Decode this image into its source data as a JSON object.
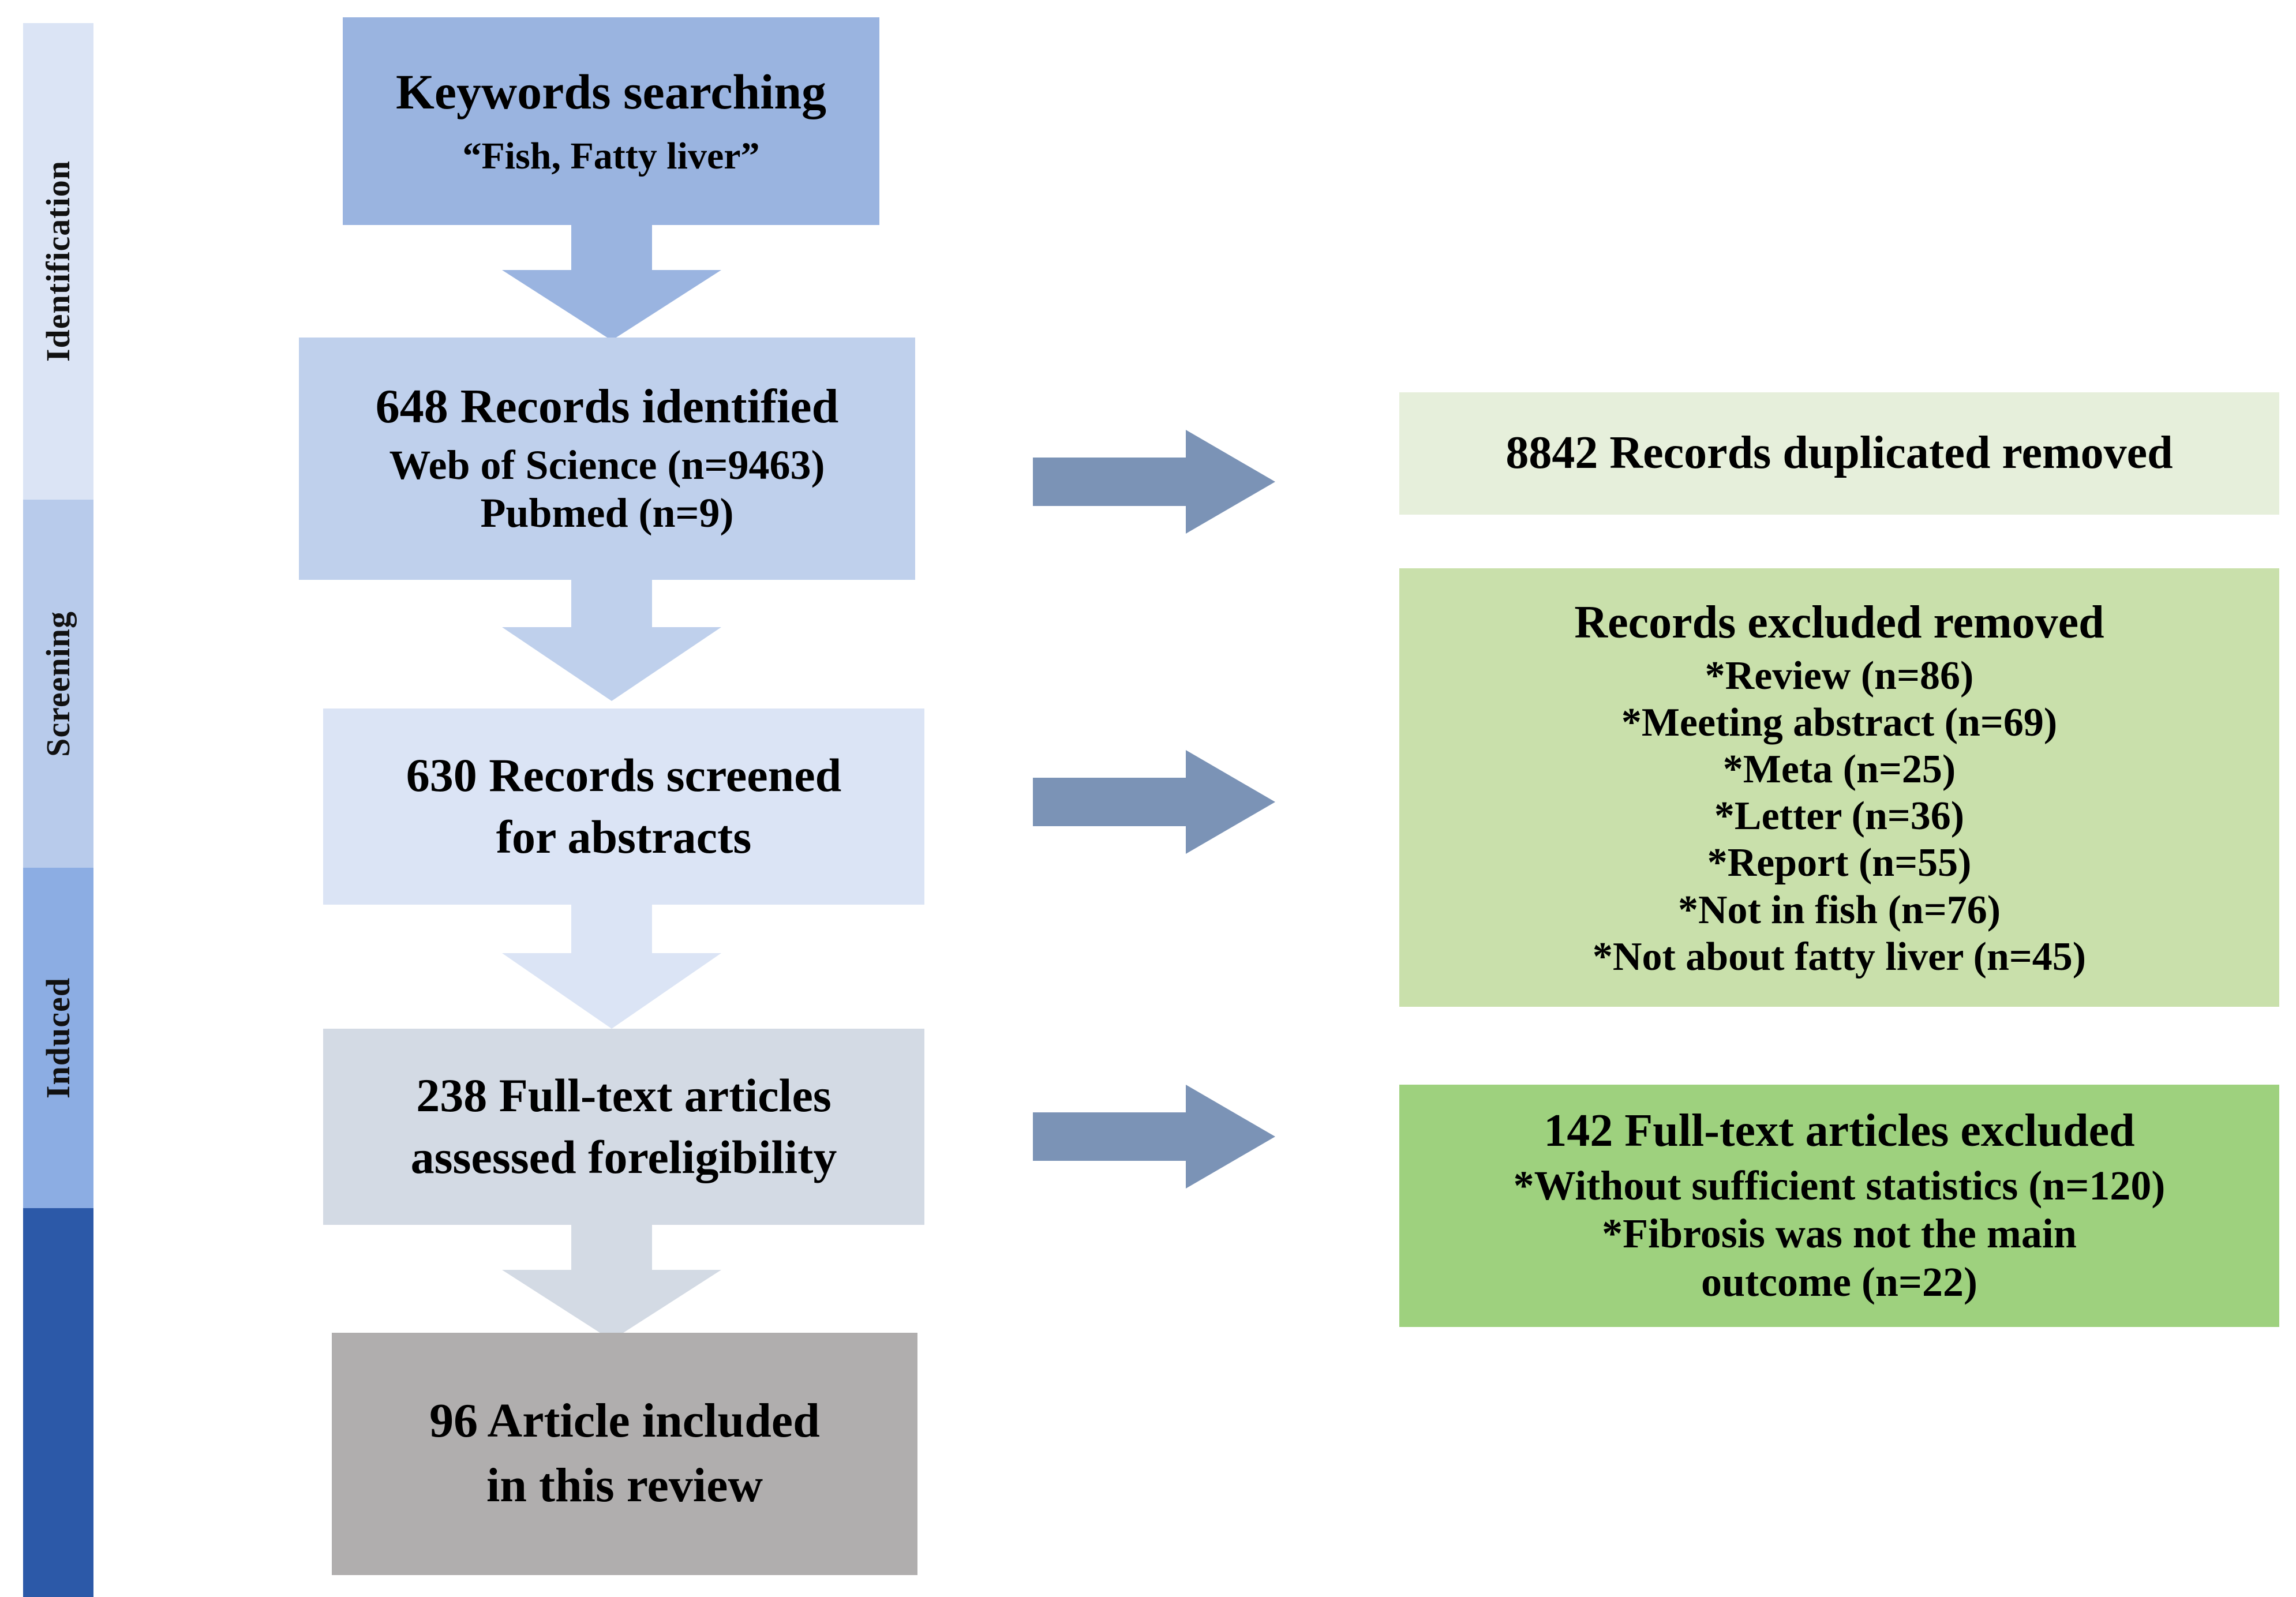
{
  "figure": {
    "type": "prisma-flow-diagram",
    "title": "PRISMA study selection flow diagram"
  },
  "stages": [
    {
      "label": "Identification",
      "color": "#dbe4f5"
    },
    {
      "label": "Screening",
      "color": "#b8cbeb"
    },
    {
      "label": "Induced",
      "color": "#8cade3"
    },
    {
      "label": "",
      "color": "#2c59a8"
    }
  ],
  "flow": {
    "boxes": [
      {
        "id": "keywords",
        "title": "Keywords searching",
        "subtitle": "“Fish, Fatty liver”",
        "color": "#9ab4e0"
      },
      {
        "id": "records-identified",
        "title": "648 Records identified",
        "lines": [
          "Web of Science (n=9463)",
          "Pubmed (n=9)"
        ],
        "color": "#bfd0ec"
      },
      {
        "id": "records-screened",
        "title": "630 Records screened",
        "lines": [
          "for abstracts"
        ],
        "color": "#dbe4f5"
      },
      {
        "id": "full-text-assessed",
        "title": "238 Full-text articles",
        "lines": [
          "assessed foreligibility"
        ],
        "color": "#d3dae4"
      },
      {
        "id": "articles-included",
        "title": "96 Article included",
        "lines": [
          "in this review"
        ],
        "color": "#b0aeae"
      }
    ]
  },
  "exclusions": {
    "boxes": [
      {
        "id": "duplicates-removed",
        "title": "8842 Records duplicated removed",
        "lines": [],
        "color": "#e6efdb"
      },
      {
        "id": "records-excluded",
        "title": "Records excluded removed",
        "lines": [
          "*Review (n=86)",
          "*Meeting abstract (n=69)",
          "*Meta (n=25)",
          "*Letter (n=36)",
          "*Report (n=55)",
          "*Not in fish (n=76)",
          "*Not about fatty liver (n=45)"
        ],
        "color": "#c9e0ab"
      },
      {
        "id": "full-text-excluded",
        "title": "142 Full-text articles excluded",
        "lines": [
          "*Without sufficient statistics (n=120)",
          "*Fibrosis was not the main",
          "outcome (n=22)"
        ],
        "color": "#9ed17e"
      }
    ]
  },
  "arrows": {
    "down_color_1": "#9ab4e0",
    "down_color_2": "#bfd0ec",
    "down_color_3": "#dbe4f5",
    "down_color_4": "#d3dae4",
    "right_color": "#7b93b6"
  },
  "colors": {
    "background": "#ffffff",
    "text": "#000000",
    "accent_blue": "#2c59a8",
    "accent_green": "#9ed17e",
    "accent_gray": "#7b93b6"
  }
}
